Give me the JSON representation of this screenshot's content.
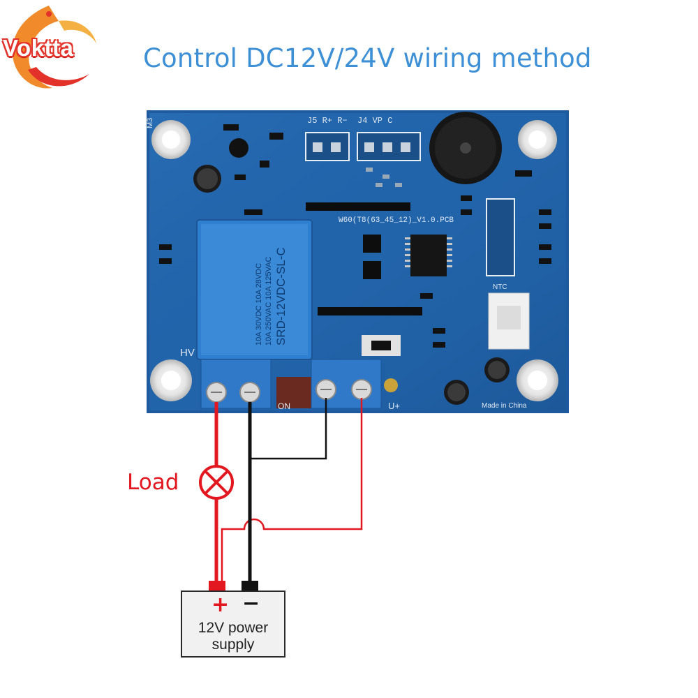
{
  "brand": {
    "name": "Voktta",
    "accent": "#e2322a"
  },
  "title": "Control DC12V/24V wiring method",
  "load": {
    "label": "Load"
  },
  "power_supply": {
    "plus": "+",
    "minus": "−",
    "label_line1": "12V power",
    "label_line2": "supply"
  },
  "board": {
    "relay_line1": "SRD-12VDC-SL-C",
    "relay_line2": "10A 250VAC 10A 125VAC",
    "relay_line3": "10A 30VDC 10A 28VDC",
    "pcb_name": "W60(T8(63_45_12)_V1.0.PCB",
    "conn_top_left": "J5 R+ R−",
    "conn_top_right": "J4 VP C",
    "label_hv": "HV",
    "label_on": "ON",
    "label_uplus": "U+",
    "label_ntc": "NTC",
    "label_made": "Made in China",
    "label_m3": "M3"
  },
  "colors": {
    "title_blue": "#3d8fd6",
    "wire_red": "#e2171f",
    "wire_black": "#111111",
    "pcb_blue": "#1f62a8",
    "relay_blue": "#2f7fd0"
  }
}
